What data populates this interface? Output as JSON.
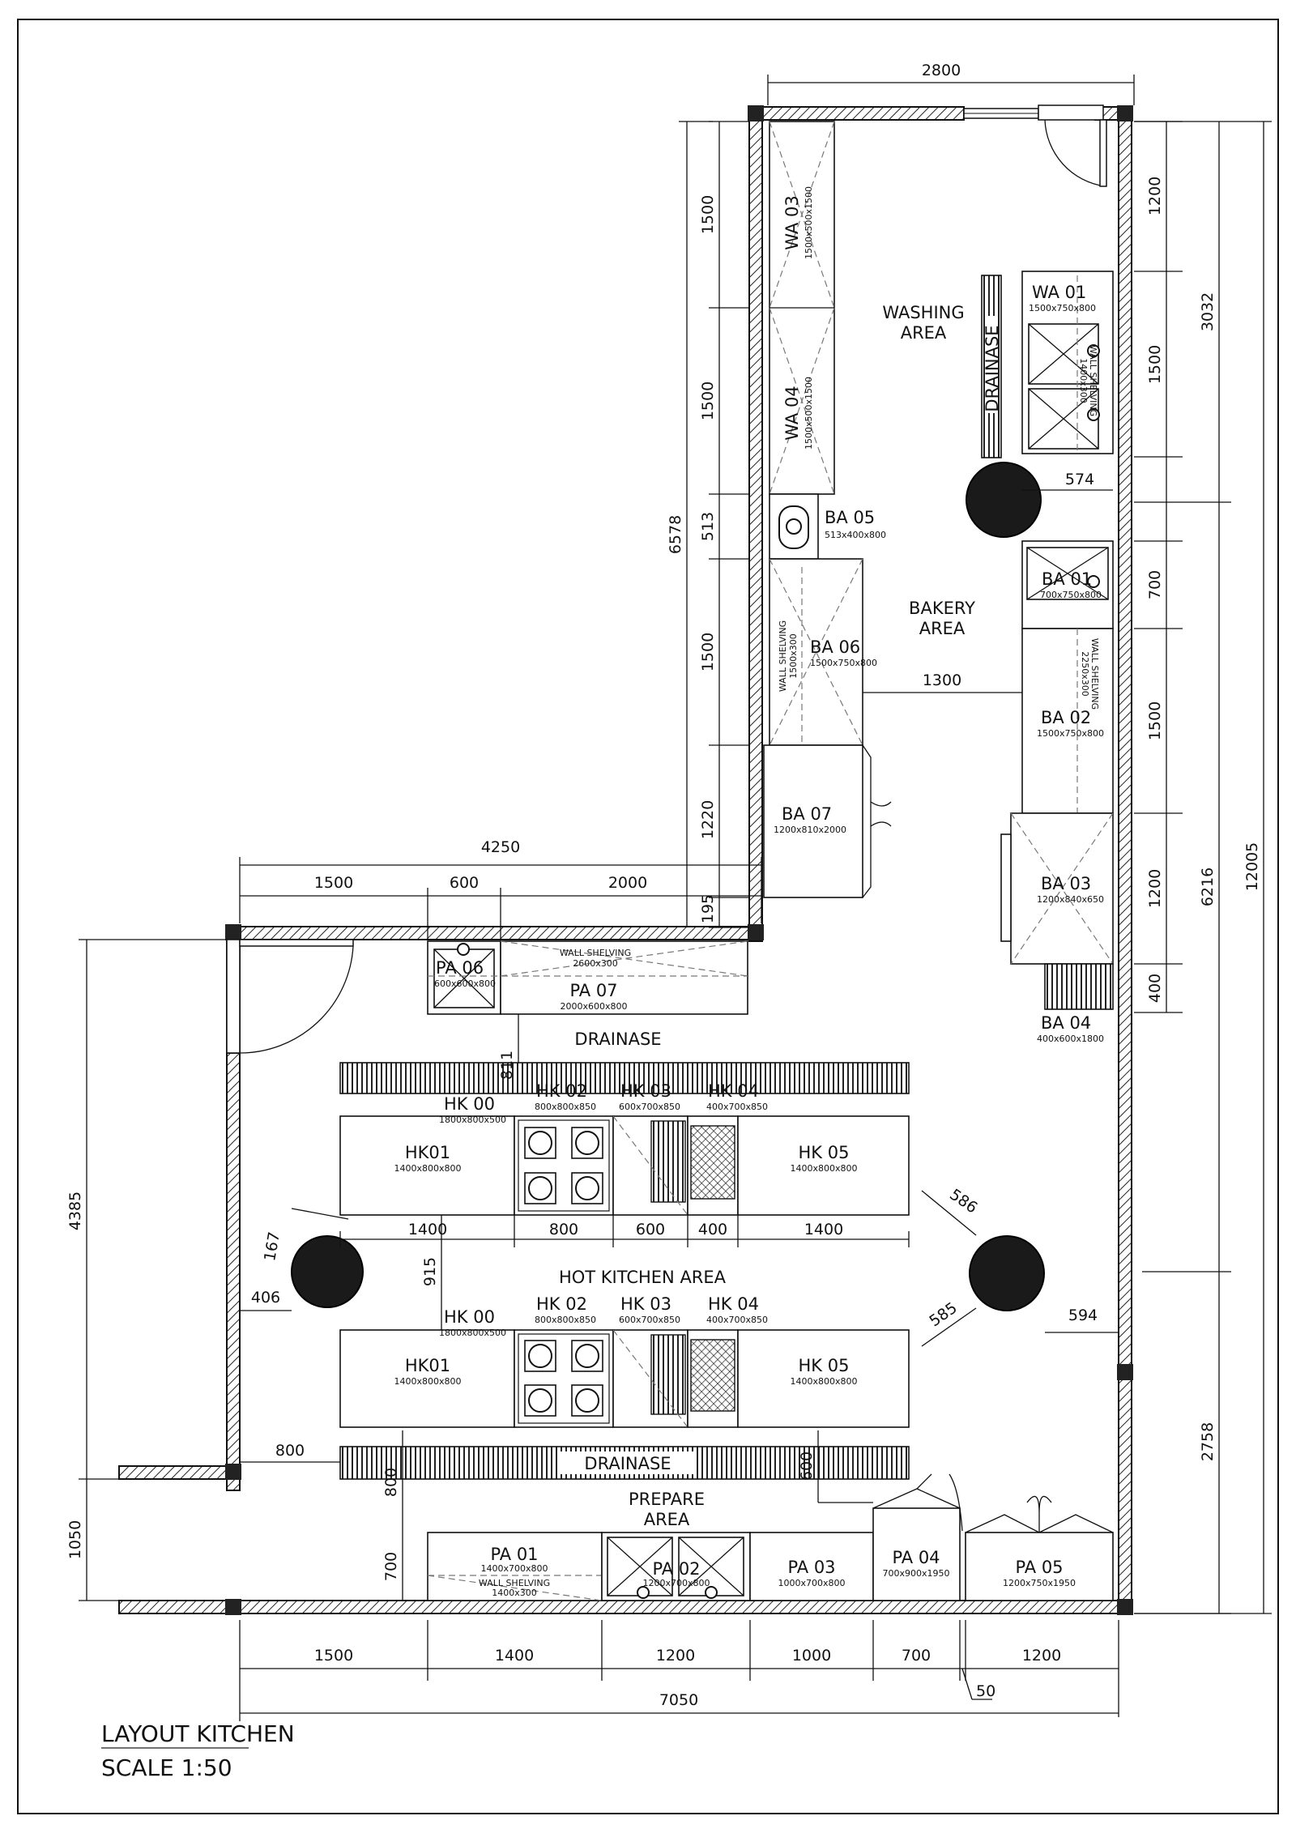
{
  "areas": {
    "washing": [
      "WASHING",
      "AREA"
    ],
    "bakery": [
      "BAKERY",
      "AREA"
    ],
    "hot_kitchen": "HOT KITCHEN AREA",
    "prepare": [
      "PREPARE",
      "AREA"
    ],
    "drainase": "DRAINASE"
  },
  "equipment": {
    "wa01": {
      "code": "WA  01",
      "size": "1500x750x800"
    },
    "wa03": {
      "code": "WA  03",
      "size": "1500x500x1500"
    },
    "wa04": {
      "code": "WA  04",
      "size": "1500x500x1500"
    },
    "ba01": {
      "code": "BA  01",
      "size": "700x750x800"
    },
    "ba02": {
      "code": "BA  02",
      "size": "1500x750x800"
    },
    "ba03": {
      "code": "BA  03",
      "size": "1200x840x650"
    },
    "ba04": {
      "code": "BA  04",
      "size": "400x600x1800"
    },
    "ba05": {
      "code": "BA  05",
      "size": "513x400x800"
    },
    "ba06": {
      "code": "BA  06",
      "size": "1500x750x800"
    },
    "ba07": {
      "code": "BA  07",
      "size": "1200x810x2000"
    },
    "pa01": {
      "code": "PA  01",
      "size": "1400x700x800"
    },
    "pa02": {
      "code": "PA  02",
      "size": "1200x700x800"
    },
    "pa03": {
      "code": "PA  03",
      "size": "1000x700x800"
    },
    "pa04": {
      "code": "PA  04",
      "size": "700x900x1950"
    },
    "pa05": {
      "code": "PA  05",
      "size": "1200x750x1950"
    },
    "pa06": {
      "code": "PA  06",
      "size": "600x600x800"
    },
    "pa07": {
      "code": "PA  07",
      "size": "2000x600x800"
    },
    "hk00": {
      "code": "HK  00",
      "size": "1800x800x500"
    },
    "hk01": {
      "code": "HK01",
      "size": "1400x800x800"
    },
    "hk02": {
      "code": "HK  02",
      "size": "800x800x850"
    },
    "hk03": {
      "code": "HK  03",
      "size": "600x700x850"
    },
    "hk04": {
      "code": "HK  04",
      "size": "400x700x850"
    },
    "hk05": {
      "code": "HK  05",
      "size": "1400x800x800"
    }
  },
  "shelving": {
    "label": "WALL SHELVING",
    "ba_washing": "1400x300",
    "ba_bakery": "1500x300",
    "ba_right": "2250x300",
    "pa_top": "2600x300",
    "pa_bottom": "1400x300"
  },
  "dimensions": {
    "top_width": "2800",
    "right": [
      "1200",
      "1500",
      "700",
      "1500",
      "1200",
      "400"
    ],
    "right_totals": [
      "3032",
      "6216",
      "12005",
      "2758"
    ],
    "left_upper": [
      "1500",
      "1500",
      "513",
      "1500",
      "1220",
      "195"
    ],
    "left_upper_total": "6578",
    "mid": [
      "4250",
      "1500",
      "600",
      "2000"
    ],
    "left_lower": [
      "4385",
      "1050"
    ],
    "misc": [
      "574",
      "1300",
      "811",
      "915",
      "167",
      "406",
      "586",
      "585",
      "594",
      "800",
      "800",
      "600",
      "700"
    ],
    "hk_row": [
      "1400",
      "800",
      "600",
      "400",
      "1400"
    ],
    "bottom": [
      "1500",
      "1400",
      "1200",
      "1000",
      "700",
      "1200"
    ],
    "bottom_total": "7050",
    "bottom_gap": "50"
  },
  "title": "LAYOUT KITCHEN",
  "scale": "SCALE 1:50"
}
